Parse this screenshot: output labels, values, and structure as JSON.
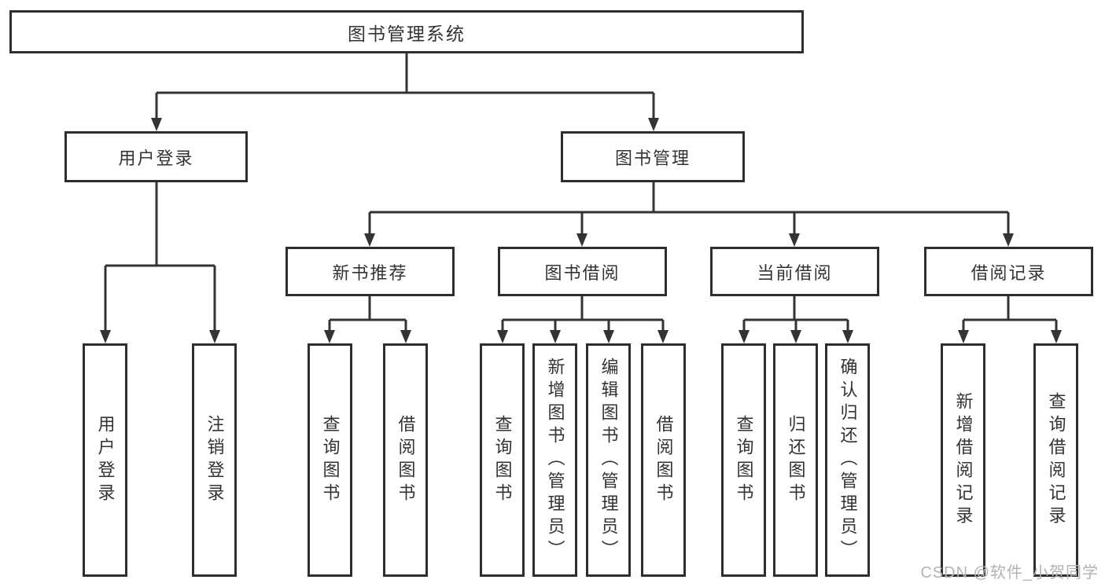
{
  "diagram": {
    "root": {
      "label": "图书管理系统"
    },
    "level2": [
      {
        "label": "用户登录"
      },
      {
        "label": "图书管理"
      }
    ],
    "level3": [
      {
        "label": "新书推荐"
      },
      {
        "label": "图书借阅"
      },
      {
        "label": "当前借阅"
      },
      {
        "label": "借阅记录"
      }
    ],
    "leaves": {
      "user_login": [
        {
          "label": "用户登录"
        },
        {
          "label": "注销登录"
        }
      ],
      "new_books": [
        {
          "label": "查询图书"
        },
        {
          "label": "借阅图书"
        }
      ],
      "book_borrowing": [
        {
          "label": "查询图书"
        },
        {
          "label": "新增图书（管理员）"
        },
        {
          "label": "编辑图书（管理员）"
        },
        {
          "label": "借阅图书"
        }
      ],
      "current_borrowing": [
        {
          "label": "查询图书"
        },
        {
          "label": "归还图书"
        },
        {
          "label": "确认归还（管理员）"
        }
      ],
      "borrowing_records": [
        {
          "label": "新增借阅记录"
        },
        {
          "label": "查询借阅记录"
        }
      ]
    },
    "watermark": "CSDN @软件_小贺同学",
    "colors": {
      "line": "#333333",
      "box_border": "#2e2e2e",
      "text": "#333333",
      "background": "#ffffff",
      "watermark": "#b3b3b3"
    }
  }
}
